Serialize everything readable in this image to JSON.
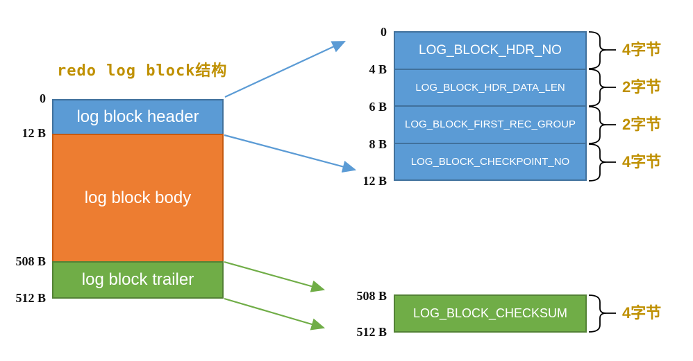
{
  "title": "redo log block结构",
  "colors": {
    "block_blue": "#5B9BD5",
    "block_blue_border": "#41719C",
    "block_orange": "#ED7D31",
    "block_orange_border": "#C55A11",
    "block_green": "#70AD47",
    "block_green_border": "#538235",
    "accent_gold": "#BF9000",
    "arrow_blue": "#5B9BD5",
    "arrow_green": "#70AD47",
    "brace_black": "#000000"
  },
  "left_stack": {
    "offsets": [
      "0",
      "12 B",
      "508 B",
      "512 B"
    ],
    "blocks": [
      {
        "label": "log block header",
        "color": "blue"
      },
      {
        "label": "log block body",
        "color": "orange"
      },
      {
        "label": "log block trailer",
        "color": "green"
      }
    ]
  },
  "header_detail": {
    "offsets": [
      "0",
      "4 B",
      "6 B",
      "8 B",
      "12 B"
    ],
    "rows": [
      {
        "field": "LOG_BLOCK_HDR_NO",
        "size": "4字节"
      },
      {
        "field": "LOG_BLOCK_HDR_DATA_LEN",
        "size": "2字节"
      },
      {
        "field": "LOG_BLOCK_FIRST_REC_GROUP",
        "size": "2字节"
      },
      {
        "field": "LOG_BLOCK_CHECKPOINT_NO",
        "size": "4字节"
      }
    ]
  },
  "trailer_detail": {
    "offsets": [
      "508 B",
      "512 B"
    ],
    "rows": [
      {
        "field": "LOG_BLOCK_CHECKSUM",
        "size": "4字节"
      }
    ]
  }
}
